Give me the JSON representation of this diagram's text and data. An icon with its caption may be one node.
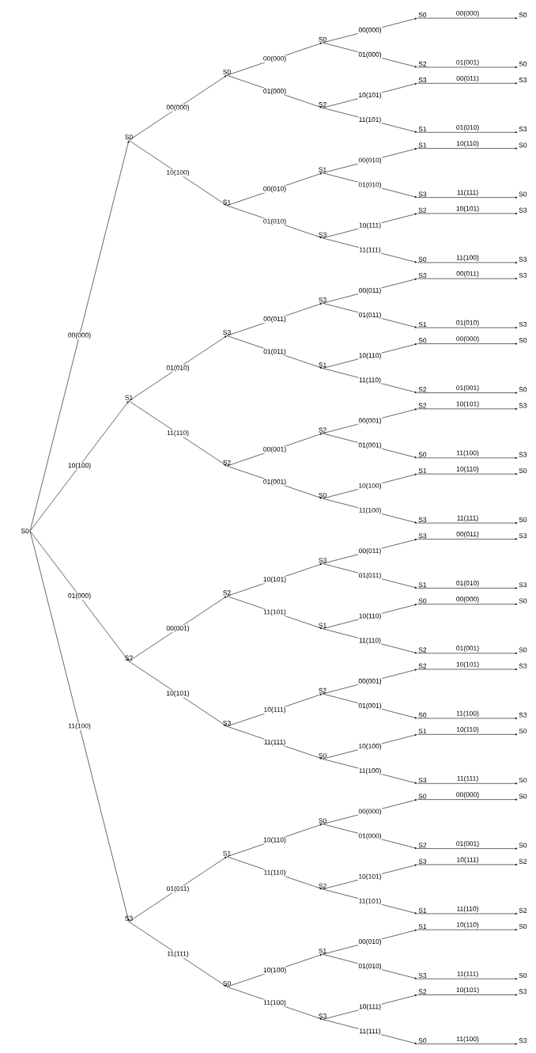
{
  "diagram": {
    "nodes": [
      {
        "text": [
          "S0"
        ]
      },
      {
        "text": [
          "S0"
        ]
      },
      {
        "text": [
          "S1"
        ]
      },
      {
        "text": [
          "S2"
        ]
      },
      {
        "text": [
          "S3"
        ]
      },
      {
        "text": [
          "S0"
        ]
      },
      {
        "text": [
          "S1"
        ]
      },
      {
        "text": [
          "S3"
        ]
      },
      {
        "text": [
          "S2"
        ]
      },
      {
        "text": [
          "S2"
        ]
      },
      {
        "text": [
          "S3"
        ]
      },
      {
        "text": [
          "S1"
        ]
      },
      {
        "text": [
          "S0"
        ]
      },
      {
        "text": [
          "S0"
        ]
      },
      {
        "text": [
          "S2"
        ]
      },
      {
        "text": [
          "S1"
        ]
      },
      {
        "text": [
          "S3"
        ]
      },
      {
        "text": [
          "S3"
        ]
      },
      {
        "text": [
          "S1"
        ]
      },
      {
        "text": [
          "S2"
        ]
      },
      {
        "text": [
          "S0"
        ]
      },
      {
        "text": [
          "S3"
        ]
      },
      {
        "text": [
          "S1"
        ]
      },
      {
        "text": [
          "S2"
        ]
      },
      {
        "text": [
          "S0"
        ]
      },
      {
        "text": [
          "S0"
        ]
      },
      {
        "text": [
          "S2"
        ]
      },
      {
        "text": [
          "S1"
        ]
      },
      {
        "text": [
          "S3"
        ]
      },
      {
        "text": [
          "S0"
        ]
      },
      {
        "text": [
          "S2"
        ]
      },
      {
        "text": [
          "S3"
        ]
      },
      {
        "text": [
          "S1"
        ]
      },
      {
        "text": [
          "S1"
        ]
      },
      {
        "text": [
          "S3"
        ]
      },
      {
        "text": [
          "S2"
        ]
      },
      {
        "text": [
          "S0"
        ]
      },
      {
        "text": [
          "S3"
        ]
      },
      {
        "text": [
          "S1"
        ]
      },
      {
        "text": [
          "S0"
        ]
      },
      {
        "text": [
          "S2"
        ]
      },
      {
        "text": [
          "S2"
        ]
      },
      {
        "text": [
          "S0"
        ]
      },
      {
        "text": [
          "S1"
        ]
      },
      {
        "text": [
          "S3"
        ]
      },
      {
        "text": [
          "S3"
        ]
      },
      {
        "text": [
          "S1"
        ]
      },
      {
        "text": [
          "S0"
        ]
      },
      {
        "text": [
          "S2"
        ]
      },
      {
        "text": [
          "S2"
        ]
      },
      {
        "text": [
          "S0"
        ]
      },
      {
        "text": [
          "S1"
        ]
      },
      {
        "text": [
          "S3"
        ]
      },
      {
        "text": [
          "S0"
        ]
      },
      {
        "text": [
          "S2"
        ]
      },
      {
        "text": [
          "S3"
        ]
      },
      {
        "text": [
          "S1"
        ]
      },
      {
        "text": [
          "S1"
        ]
      },
      {
        "text": [
          "S3"
        ]
      },
      {
        "text": [
          "S2"
        ]
      },
      {
        "text": [
          "S0"
        ]
      },
      {
        "text": [
          "S0"
        ]
      },
      {
        "text": [
          "S0"
        ]
      },
      {
        "text": [
          "S3"
        ]
      },
      {
        "text": [
          "S3"
        ]
      },
      {
        "text": [
          "S0"
        ]
      },
      {
        "text": [
          "S0"
        ]
      },
      {
        "text": [
          "S3"
        ]
      },
      {
        "text": [
          "S3"
        ]
      },
      {
        "text": [
          "S3"
        ]
      },
      {
        "text": [
          "S3"
        ]
      },
      {
        "text": [
          "S0"
        ]
      },
      {
        "text": [
          "S0"
        ]
      },
      {
        "text": [
          "S3"
        ]
      },
      {
        "text": [
          "S3"
        ]
      },
      {
        "text": [
          "S0"
        ]
      },
      {
        "text": [
          "S0"
        ]
      },
      {
        "text": [
          "S3"
        ]
      },
      {
        "text": [
          "S3"
        ]
      },
      {
        "text": [
          "S0"
        ]
      },
      {
        "text": [
          "S0"
        ]
      },
      {
        "text": [
          "S3"
        ]
      },
      {
        "text": [
          "S3"
        ]
      },
      {
        "text": [
          "S0"
        ]
      },
      {
        "text": [
          "S0"
        ]
      },
      {
        "text": [
          "S0"
        ]
      },
      {
        "text": [
          "S0"
        ]
      },
      {
        "text": [
          "S2"
        ]
      },
      {
        "text": [
          "S2"
        ]
      },
      {
        "text": [
          "S0"
        ]
      },
      {
        "text": [
          "S0"
        ]
      },
      {
        "text": [
          "S3"
        ]
      },
      {
        "text": [
          "S3"
        ]
      }
    ],
    "edges": [
      {
        "from": 0,
        "to": 1,
        "arrow": "to",
        "label": "00(000)"
      },
      {
        "from": 0,
        "to": 2,
        "arrow": "to",
        "label": "10(100)"
      },
      {
        "from": 0,
        "to": 3,
        "arrow": "to",
        "label": "01(000)"
      },
      {
        "from": 0,
        "to": 4,
        "arrow": "to",
        "label": "11(100)"
      },
      {
        "from": 1,
        "to": 5,
        "arrow": "to",
        "label": "00(000)"
      },
      {
        "from": 1,
        "to": 6,
        "arrow": "to",
        "label": "10(100)"
      },
      {
        "from": 2,
        "to": 7,
        "arrow": "to",
        "label": "01(010)"
      },
      {
        "from": 2,
        "to": 8,
        "arrow": "to",
        "label": "11(110)"
      },
      {
        "from": 3,
        "to": 9,
        "arrow": "to",
        "label": "00(001)"
      },
      {
        "from": 3,
        "to": 10,
        "arrow": "to",
        "label": "10(101)"
      },
      {
        "from": 4,
        "to": 11,
        "arrow": "to",
        "label": "01(011)"
      },
      {
        "from": 4,
        "to": 12,
        "arrow": "to",
        "label": "11(111)"
      },
      {
        "from": 5,
        "to": 13,
        "arrow": "to",
        "label": "00(000)"
      },
      {
        "from": 5,
        "to": 14,
        "arrow": "to",
        "label": "01(000)"
      },
      {
        "from": 6,
        "to": 15,
        "arrow": "to",
        "label": "00(010)"
      },
      {
        "from": 6,
        "to": 16,
        "arrow": "to",
        "label": "01(010)"
      },
      {
        "from": 7,
        "to": 17,
        "arrow": "to",
        "label": "00(011)"
      },
      {
        "from": 7,
        "to": 18,
        "arrow": "to",
        "label": "01(011)"
      },
      {
        "from": 8,
        "to": 19,
        "arrow": "to",
        "label": "00(001)"
      },
      {
        "from": 8,
        "to": 20,
        "arrow": "to",
        "label": "01(001)"
      },
      {
        "from": 9,
        "to": 21,
        "arrow": "to",
        "label": "10(101)"
      },
      {
        "from": 9,
        "to": 22,
        "arrow": "to",
        "label": "11(101)"
      },
      {
        "from": 10,
        "to": 23,
        "arrow": "to",
        "label": "10(111)"
      },
      {
        "from": 10,
        "to": 24,
        "arrow": "to",
        "label": "11(111)"
      },
      {
        "from": 11,
        "to": 25,
        "arrow": "to",
        "label": "10(110)"
      },
      {
        "from": 11,
        "to": 26,
        "arrow": "to",
        "label": "11(110)"
      },
      {
        "from": 12,
        "to": 27,
        "arrow": "to",
        "label": "10(100)"
      },
      {
        "from": 12,
        "to": 28,
        "arrow": "to",
        "label": "11(100)"
      },
      {
        "from": 13,
        "to": 29,
        "arrow": "to",
        "label": "00(000)"
      },
      {
        "from": 13,
        "to": 30,
        "arrow": "to",
        "label": "01(000)"
      },
      {
        "from": 14,
        "to": 31,
        "arrow": "to",
        "label": "10(101)"
      },
      {
        "from": 14,
        "to": 32,
        "arrow": "to",
        "label": "11(101)"
      },
      {
        "from": 15,
        "to": 33,
        "arrow": "to",
        "label": "00(010)"
      },
      {
        "from": 15,
        "to": 34,
        "arrow": "to",
        "label": "01(010)"
      },
      {
        "from": 16,
        "to": 35,
        "arrow": "to",
        "label": "10(111)"
      },
      {
        "from": 16,
        "to": 36,
        "arrow": "to",
        "label": "11(111)"
      },
      {
        "from": 17,
        "to": 37,
        "arrow": "to",
        "label": "00(011)"
      },
      {
        "from": 17,
        "to": 38,
        "arrow": "to",
        "label": "01(011)"
      },
      {
        "from": 18,
        "to": 39,
        "arrow": "to",
        "label": "10(110)"
      },
      {
        "from": 18,
        "to": 40,
        "arrow": "to",
        "label": "11(110)"
      },
      {
        "from": 19,
        "to": 41,
        "arrow": "to",
        "label": "00(001)"
      },
      {
        "from": 19,
        "to": 42,
        "arrow": "to",
        "label": "01(001)"
      },
      {
        "from": 20,
        "to": 43,
        "arrow": "to",
        "label": "10(100)"
      },
      {
        "from": 20,
        "to": 44,
        "arrow": "to",
        "label": "11(100)"
      },
      {
        "from": 21,
        "to": 45,
        "arrow": "to",
        "label": "00(011)"
      },
      {
        "from": 21,
        "to": 46,
        "arrow": "to",
        "label": "01(011)"
      },
      {
        "from": 22,
        "to": 47,
        "arrow": "to",
        "label": "10(110)"
      },
      {
        "from": 22,
        "to": 48,
        "arrow": "to",
        "label": "11(110)"
      },
      {
        "from": 23,
        "to": 49,
        "arrow": "to",
        "label": "00(001)"
      },
      {
        "from": 23,
        "to": 50,
        "arrow": "to",
        "label": "01(001)"
      },
      {
        "from": 24,
        "to": 51,
        "arrow": "to",
        "label": "10(100)"
      },
      {
        "from": 24,
        "to": 52,
        "arrow": "to",
        "label": "11(100)"
      },
      {
        "from": 25,
        "to": 53,
        "arrow": "to",
        "label": "00(000)"
      },
      {
        "from": 25,
        "to": 54,
        "arrow": "to",
        "label": "01(000)"
      },
      {
        "from": 26,
        "to": 55,
        "arrow": "to",
        "label": "10(101)"
      },
      {
        "from": 26,
        "to": 56,
        "arrow": "to",
        "label": "11(101)"
      },
      {
        "from": 27,
        "to": 57,
        "arrow": "to",
        "label": "00(010)"
      },
      {
        "from": 27,
        "to": 58,
        "arrow": "to",
        "label": "01(010)"
      },
      {
        "from": 28,
        "to": 59,
        "arrow": "to",
        "label": "10(111)"
      },
      {
        "from": 28,
        "to": 60,
        "arrow": "to",
        "label": "11(111)"
      },
      {
        "from": 29,
        "to": 61,
        "arrow": "to",
        "label": "00(000)"
      },
      {
        "from": 30,
        "to": 62,
        "arrow": "to",
        "label": "01(001)"
      },
      {
        "from": 31,
        "to": 63,
        "arrow": "to",
        "label": "00(011)"
      },
      {
        "from": 32,
        "to": 64,
        "arrow": "to",
        "label": "01(010)"
      },
      {
        "from": 33,
        "to": 65,
        "arrow": "to",
        "label": "10(110)"
      },
      {
        "from": 34,
        "to": 66,
        "arrow": "to",
        "label": "11(111)"
      },
      {
        "from": 35,
        "to": 67,
        "arrow": "to",
        "label": "10(101)"
      },
      {
        "from": 36,
        "to": 68,
        "arrow": "to",
        "label": "11(100)"
      },
      {
        "from": 37,
        "to": 69,
        "arrow": "to",
        "label": "00(011)"
      },
      {
        "from": 38,
        "to": 70,
        "arrow": "to",
        "label": "01(010)"
      },
      {
        "from": 39,
        "to": 71,
        "arrow": "to",
        "label": "00(000)"
      },
      {
        "from": 40,
        "to": 72,
        "arrow": "to",
        "label": "01(001)"
      },
      {
        "from": 41,
        "to": 73,
        "arrow": "to",
        "label": "10(101)"
      },
      {
        "from": 42,
        "to": 74,
        "arrow": "to",
        "label": "11(100)"
      },
      {
        "from": 43,
        "to": 75,
        "arrow": "to",
        "label": "10(110)"
      },
      {
        "from": 44,
        "to": 76,
        "arrow": "to",
        "label": "11(111)"
      },
      {
        "from": 45,
        "to": 77,
        "arrow": "to",
        "label": "00(011)"
      },
      {
        "from": 46,
        "to": 78,
        "arrow": "to",
        "label": "01(010)"
      },
      {
        "from": 47,
        "to": 79,
        "arrow": "to",
        "label": "00(000)"
      },
      {
        "from": 48,
        "to": 80,
        "arrow": "to",
        "label": "01(001)"
      },
      {
        "from": 49,
        "to": 81,
        "arrow": "to",
        "label": "10(101)"
      },
      {
        "from": 50,
        "to": 82,
        "arrow": "to",
        "label": "11(100)"
      },
      {
        "from": 51,
        "to": 83,
        "arrow": "to",
        "label": "10(110)"
      },
      {
        "from": 52,
        "to": 84,
        "arrow": "to",
        "label": "11(111)"
      },
      {
        "from": 53,
        "to": 85,
        "arrow": "to",
        "label": "00(000)"
      },
      {
        "from": 54,
        "to": 86,
        "arrow": "to",
        "label": "01(001)"
      },
      {
        "from": 55,
        "to": 87,
        "arrow": "to",
        "label": "10(111)"
      },
      {
        "from": 56,
        "to": 88,
        "arrow": "to",
        "label": "11(110)"
      },
      {
        "from": 57,
        "to": 89,
        "arrow": "to",
        "label": "10(110)"
      },
      {
        "from": 58,
        "to": 90,
        "arrow": "to",
        "label": "11(111)"
      },
      {
        "from": 59,
        "to": 91,
        "arrow": "to",
        "label": "10(101)"
      },
      {
        "from": 60,
        "to": 92,
        "arrow": "to",
        "label": "11(100)"
      }
    ]
  }
}
